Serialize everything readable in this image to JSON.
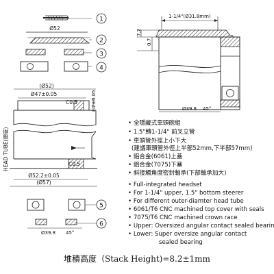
{
  "callouts": [
    "1",
    "2",
    "3",
    "4",
    "5",
    "6"
  ],
  "dimensions": {
    "d52_top": "Ø52",
    "d52_main": "(Ø52)",
    "d47": "Ø47±0.05",
    "c05_top": "C0.5",
    "c05_bottom": "C0.5",
    "d522": "Ø52.2±0.05",
    "d57": "(Ø57)",
    "h32": "3.2±0.05",
    "d398_bottom": "Ø39.8",
    "deg45_bottom": "45°",
    "steerer_top": "1-1/4\"(Ø31.8mm)",
    "h72": "7.2",
    "h07": "0.7",
    "d398_right": "Ø39.8",
    "deg45_right": "45°"
  },
  "head_tube_label": "HEAD TUBE(頭管)",
  "specs_cn": [
    "全隱藏式車頭碗組",
    "1.5\"轉1-1/4\" 前叉立管",
    "車頭管外徑上小下大",
    "(建議車頭管外徑上半部52mm,下半部57mm)",
    "鋁合金(6061)上蓋",
    "鋁合金(7075)下塞",
    "斜接觸角度密封軸承(下部軸承加大)"
  ],
  "specs_en": [
    "Full-integrated headset",
    "For 1-1/4\" upper, 1.5\" bottom steerer",
    "For different outer-diamter head tube",
    "6061/T6 CNC machined top cover with seals",
    "7075/T6 CNC machined crown race",
    "Upper: Oversized angular contact sealed bearing",
    "Lower: Super oversize angular contact",
    "sealed bearing"
  ],
  "stack_height": "堆積高度（Stack Height)=8.2±1mm"
}
